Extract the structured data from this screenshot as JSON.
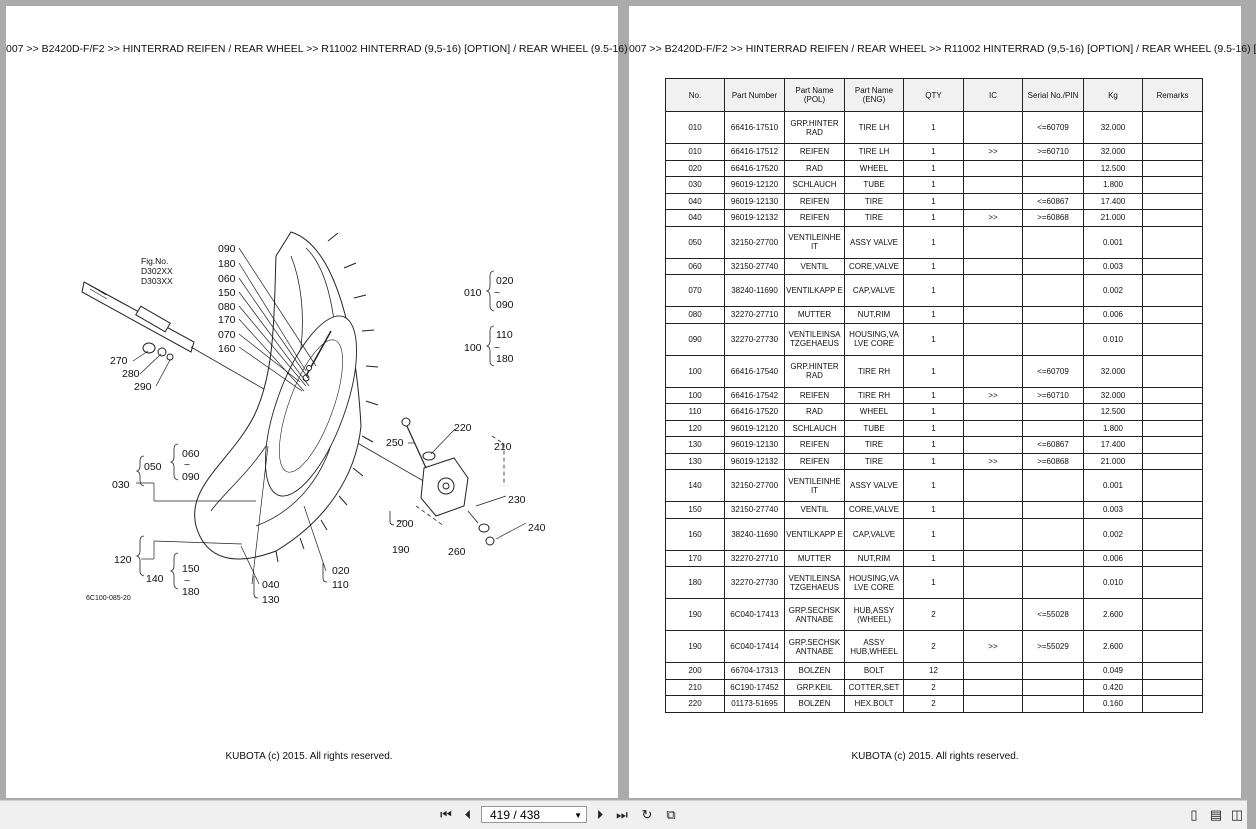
{
  "left_page": {
    "breadcrumb": "007 >> B2420D-F/F2 >> HINTERRAD REIFEN / REAR WHEEL >> R11002   HINTERRAD (9,5-16) [OPTION] / REAR WHEEL (9.5-16) [",
    "footer": "KUBOTA (c) 2015. All rights reserved.",
    "diagram": {
      "fig_label": "Fig.No.",
      "fig_codes": [
        "D302XX",
        "D303XX"
      ],
      "drawing_code": "6C100-085-20",
      "callouts": [
        "090",
        "180",
        "060",
        "150",
        "080",
        "170",
        "070",
        "160",
        "270",
        "280",
        "290",
        "010",
        "020",
        "090",
        "100",
        "110",
        "180",
        "220",
        "210",
        "250",
        "230",
        "240",
        "200",
        "190",
        "260",
        "030",
        "050",
        "090",
        "060",
        "120",
        "140",
        "150",
        "180",
        "020",
        "110",
        "040",
        "130"
      ]
    }
  },
  "right_page": {
    "breadcrumb": "007 >> B2420D-F/F2 >> HINTERRAD REIFEN / REAR WHEEL >> R11002   HINTERRAD (9,5-16) [OPTION] / REAR WHEEL (9.5-16) [",
    "footer": "KUBOTA (c) 2015. All rights reserved.",
    "table": {
      "headers": [
        "No.",
        "Part Number",
        "Part Name (POL)",
        "Part Name (ENG)",
        "QTY",
        "IC",
        "Serial No./PIN",
        "Kg",
        "Remarks"
      ],
      "rows": [
        [
          "010",
          "66416-17510",
          "GRP.HINTER RAD",
          "TIRE LH",
          "1",
          "",
          "<=60709",
          "32.000",
          ""
        ],
        [
          "010",
          "66416-17512",
          "REIFEN",
          "TIRE LH",
          "1",
          ">>",
          ">=60710",
          "32.000",
          ""
        ],
        [
          "020",
          "66416-17520",
          "RAD",
          "WHEEL",
          "1",
          "",
          "",
          "12.500",
          ""
        ],
        [
          "030",
          "96019-12120",
          "SCHLAUCH",
          "TUBE",
          "1",
          "",
          "",
          "1.800",
          ""
        ],
        [
          "040",
          "96019-12130",
          "REIFEN",
          "TIRE",
          "1",
          "",
          "<=60867",
          "17.400",
          ""
        ],
        [
          "040",
          "96019-12132",
          "REIFEN",
          "TIRE",
          "1",
          ">>",
          ">=60868",
          "21.000",
          ""
        ],
        [
          "050",
          "32150-27700",
          "VENTILEINHE IT",
          "ASSY VALVE",
          "1",
          "",
          "",
          "0.001",
          ""
        ],
        [
          "060",
          "32150-27740",
          "VENTIL",
          "CORE,VALVE",
          "1",
          "",
          "",
          "0.003",
          ""
        ],
        [
          "070",
          "38240-11690",
          "VENTILKAPP E",
          "CAP,VALVE",
          "1",
          "",
          "",
          "0.002",
          ""
        ],
        [
          "080",
          "32270-27710",
          "MUTTER",
          "NUT,RIM",
          "1",
          "",
          "",
          "0.006",
          ""
        ],
        [
          "090",
          "32270-27730",
          "VENTILEINSA TZGEHAEUS",
          "HOUSING,VA LVE CORE",
          "1",
          "",
          "",
          "0.010",
          ""
        ],
        [
          "100",
          "66416-17540",
          "GRP.HINTER RAD",
          "TIRE RH",
          "1",
          "",
          "<=60709",
          "32.000",
          ""
        ],
        [
          "100",
          "66416-17542",
          "REIFEN",
          "TIRE RH",
          "1",
          ">>",
          ">=60710",
          "32.000",
          ""
        ],
        [
          "110",
          "66416-17520",
          "RAD",
          "WHEEL",
          "1",
          "",
          "",
          "12.500",
          ""
        ],
        [
          "120",
          "96019-12120",
          "SCHLAUCH",
          "TUBE",
          "1",
          "",
          "",
          "1.800",
          ""
        ],
        [
          "130",
          "96019-12130",
          "REIFEN",
          "TIRE",
          "1",
          "",
          "<=60867",
          "17.400",
          ""
        ],
        [
          "130",
          "96019-12132",
          "REIFEN",
          "TIRE",
          "1",
          ">>",
          ">=60868",
          "21.000",
          ""
        ],
        [
          "140",
          "32150-27700",
          "VENTILEINHE IT",
          "ASSY VALVE",
          "1",
          "",
          "",
          "0.001",
          ""
        ],
        [
          "150",
          "32150-27740",
          "VENTIL",
          "CORE,VALVE",
          "1",
          "",
          "",
          "0.003",
          ""
        ],
        [
          "160",
          "38240-11690",
          "VENTILKAPP E",
          "CAP,VALVE",
          "1",
          "",
          "",
          "0.002",
          ""
        ],
        [
          "170",
          "32270-27710",
          "MUTTER",
          "NUT,RIM",
          "1",
          "",
          "",
          "0.006",
          ""
        ],
        [
          "180",
          "32270-27730",
          "VENTILEINSA TZGEHAEUS",
          "HOUSING,VA LVE CORE",
          "1",
          "",
          "",
          "0.010",
          ""
        ],
        [
          "190",
          "6C040-17413",
          "GRP.SECHSK ANTNABE",
          "HUB,ASSY (WHEEL)",
          "2",
          "",
          "<=55028",
          "2.600",
          ""
        ],
        [
          "190",
          "6C040-17414",
          "GRP.SECHSK ANTNABE",
          "ASSY HUB,WHEEL",
          "2",
          ">>",
          ">=55029",
          "2.600",
          ""
        ],
        [
          "200",
          "66704-17313",
          "BOLZEN",
          "BOLT",
          "12",
          "",
          "",
          "0.049",
          ""
        ],
        [
          "210",
          "6C190-17452",
          "GRP.KEIL",
          "COTTER,SET",
          "2",
          "",
          "",
          "0.420",
          ""
        ],
        [
          "220",
          "01173-51695",
          "BOLZEN",
          "HEX.BOLT",
          "2",
          "",
          "",
          "0.160",
          ""
        ]
      ]
    }
  },
  "toolbar": {
    "page_indicator": "419 / 438",
    "icons": [
      "first-page-icon",
      "prev-page-icon",
      "next-page-icon",
      "last-page-icon",
      "rotate-icon",
      "fit-width-icon",
      "single-page-view-icon",
      "two-page-view-icon",
      "facing-pages-view-icon"
    ]
  }
}
